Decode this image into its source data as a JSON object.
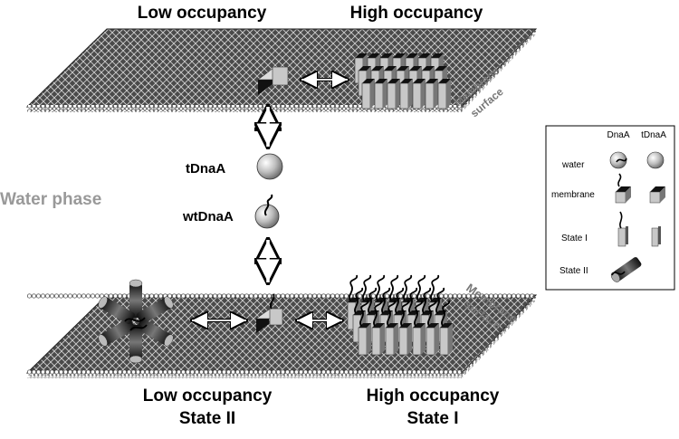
{
  "labels": {
    "top_low": "Low occupancy",
    "top_high": "High occupancy",
    "membrane_top_1": "Membrane",
    "membrane_top_2": "surface",
    "water_phase": "Water phase",
    "tdnaa": "tDnaA",
    "wtdnaa": "wtDnaA",
    "membrane_bottom_1": "Membrane",
    "membrane_bottom_2": "surface",
    "bottom_low_1": "Low occupancy",
    "bottom_low_2": "State II",
    "bottom_high_1": "High occupancy",
    "bottom_high_2": "State I"
  },
  "legend": {
    "col_dnaa": "DnaA",
    "col_tdnaa": "tDnaA",
    "row_water": "water",
    "row_membrane": "membrane",
    "row_state1": "State I",
    "row_state2": "State II"
  }
}
